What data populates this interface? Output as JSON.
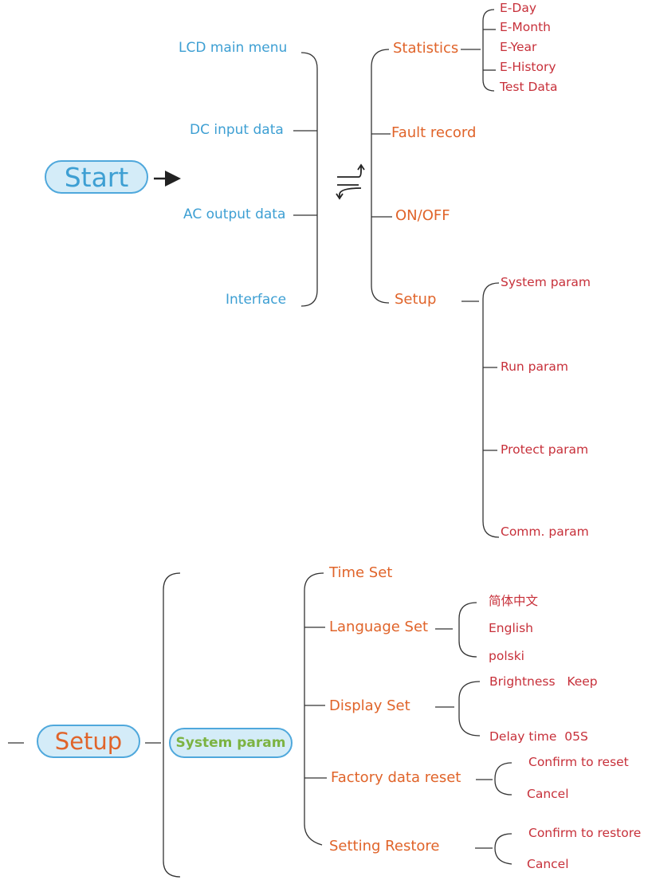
{
  "colors": {
    "blue": "#3d9fd3",
    "orange": "#e0642a",
    "red": "#c7303a",
    "green": "#7cb342",
    "pill_border": "#4fa8dc",
    "pill_fill": "#d4ecf8",
    "line": "#333333"
  },
  "start": {
    "label": "Start"
  },
  "main_menu": {
    "items": [
      "LCD main menu",
      "DC input data",
      "AC output data",
      "Interface"
    ]
  },
  "submenu": {
    "items": [
      "Statistics",
      "Fault record",
      "ON/OFF",
      "Setup"
    ]
  },
  "statistics": {
    "items": [
      "E-Day",
      "E-Month",
      "E-Year",
      "E-History",
      "Test Data"
    ]
  },
  "setup": {
    "items": [
      "System param",
      "Run param",
      "Protect param",
      "Comm. param"
    ]
  },
  "setup_detail": {
    "root_label": "Setup",
    "system_param_label": "System param",
    "items": [
      "Time Set",
      "Language Set",
      "Display Set",
      "Factory data reset",
      "Setting Restore"
    ]
  },
  "language": {
    "items": [
      "简体中文",
      "English",
      "polski"
    ]
  },
  "display": {
    "items": [
      "Brightness   Keep",
      "Delay time  05S"
    ]
  },
  "factory_reset": {
    "items": [
      "Confirm to reset",
      "Cancel"
    ]
  },
  "setting_restore": {
    "items": [
      "Confirm to restore",
      "Cancel"
    ]
  },
  "icons": {
    "switch": "switch-arrows-icon",
    "arrow": "right-arrow-icon"
  }
}
